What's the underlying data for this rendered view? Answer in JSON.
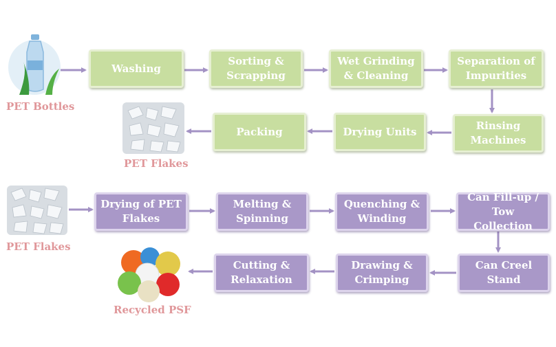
{
  "section1": {
    "source_label": "PET Bottles",
    "output_label": "PET Flakes",
    "steps": [
      "Washing",
      "Sorting & Scrapping",
      "Wet Grinding & Cleaning",
      "Separation of Impurities",
      "Rinsing Machines",
      "Drying Units",
      "Packing"
    ],
    "color": "#c8dea0"
  },
  "section2": {
    "source_label": "PET Flakes",
    "output_label": "Recycled PSF",
    "steps": [
      "Drying of PET Flakes",
      "Melting & Spinning",
      "Quenching & Winding",
      "Can Fill-up / Tow Collection",
      "Can Creel Stand",
      "Drawing & Crimping",
      "Cutting & Relaxation"
    ],
    "color": "#a998c8"
  },
  "arrow_color": "#a392c4",
  "label_color": "#e0979a"
}
